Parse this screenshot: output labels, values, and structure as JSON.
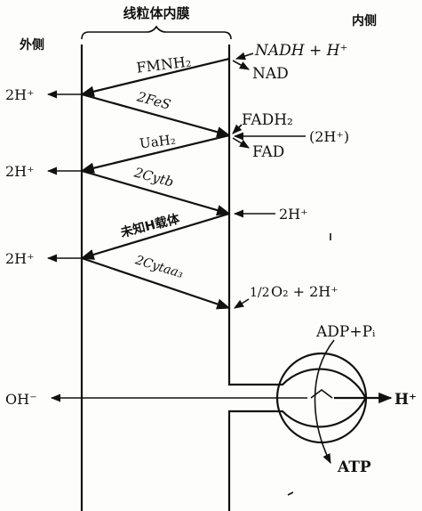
{
  "header": {
    "membrane_title": "线粒体内膜",
    "outer_side": "外侧",
    "inner_side": "内侧"
  },
  "carriers": {
    "fmnh2": "FMNH₂",
    "fes": "2FeS",
    "uah2": "UaH₂",
    "cytb": "2Cytb",
    "unknown": "未知H载体",
    "cytaa3": "2Cytaa₃"
  },
  "inner_labels": {
    "nadh": "NADH + H⁺",
    "nad": "NAD",
    "fadh2": "FADH₂",
    "fad": "FAD",
    "fad_h": "(2H⁺)",
    "h_in": "2H⁺",
    "o2_frac": "1/2",
    "o2_rest": "O₂ + 2H⁺",
    "adp": "ADP+Pᵢ",
    "atp": "ATP",
    "h_out_right": "H⁺"
  },
  "outer_labels": {
    "h1": "2H⁺",
    "h2": "2H⁺",
    "h3": "2H⁺",
    "oh": "OH⁻"
  }
}
